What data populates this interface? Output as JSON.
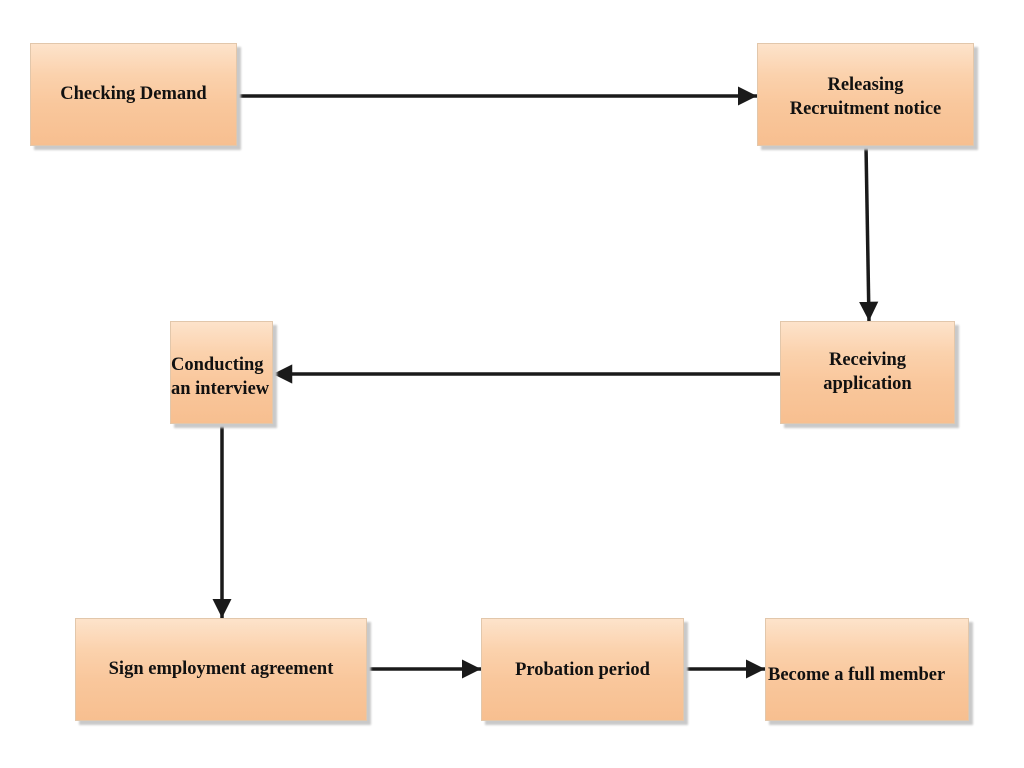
{
  "diagram": {
    "nodes": {
      "checking_demand": "Checking Demand",
      "releasing_notice": "Releasing\nRecruitment notice",
      "receiving_application": "Receiving\napplication",
      "conducting_interview": "Conducting\nan interview",
      "sign_agreement": "Sign employment agreement",
      "probation_period": "Probation period",
      "full_member": "Become a full member"
    },
    "edges": [
      {
        "from": "Checking Demand",
        "to": "Releasing Recruitment notice"
      },
      {
        "from": "Releasing Recruitment notice",
        "to": "Receiving application"
      },
      {
        "from": "Receiving application",
        "to": "Conducting an interview"
      },
      {
        "from": "Conducting an interview",
        "to": "Sign employment agreement"
      },
      {
        "from": "Sign employment agreement",
        "to": "Probation period"
      },
      {
        "from": "Probation period",
        "to": "Become a full member"
      }
    ],
    "colors": {
      "box_fill": "#f9c79c",
      "line": "#1a1a1a"
    }
  }
}
